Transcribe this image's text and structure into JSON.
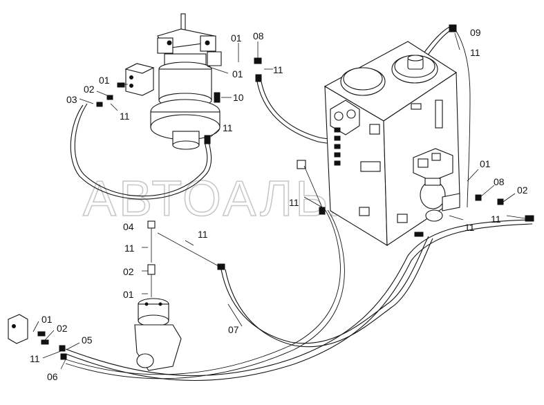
{
  "diagram": {
    "watermark": "АВТОАЛЬЯНС",
    "labels": {
      "l01a": "01",
      "l08a": "08",
      "l09": "09",
      "l11a": "11",
      "l01b": "01",
      "l11b": "11",
      "l10": "10",
      "l01c": "01",
      "l02a": "02",
      "l03": "03",
      "l11c": "11",
      "l11d": "11",
      "l01d": "01",
      "l08b": "08",
      "l02b": "02",
      "l11e": "11",
      "l11f": "11",
      "l11g": "11",
      "l04": "04",
      "l11h": "11",
      "l11i": "11",
      "l02c": "02",
      "l01e": "01",
      "l07": "07",
      "l01f": "01",
      "l02d": "02",
      "l05": "05",
      "l11j": "11",
      "l06": "06"
    }
  }
}
